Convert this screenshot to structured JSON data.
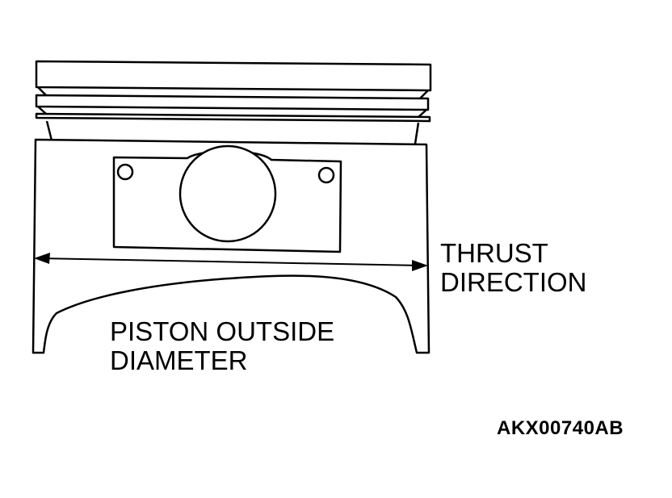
{
  "labels": {
    "thrust_line1": "THRUST",
    "thrust_line2": "DIRECTION",
    "piston_line1": "PISTON OUTSIDE",
    "piston_line2": "DIAMETER",
    "figure_code": "AKX00740AB"
  },
  "colors": {
    "line": "#000000",
    "background": "#ffffff"
  }
}
